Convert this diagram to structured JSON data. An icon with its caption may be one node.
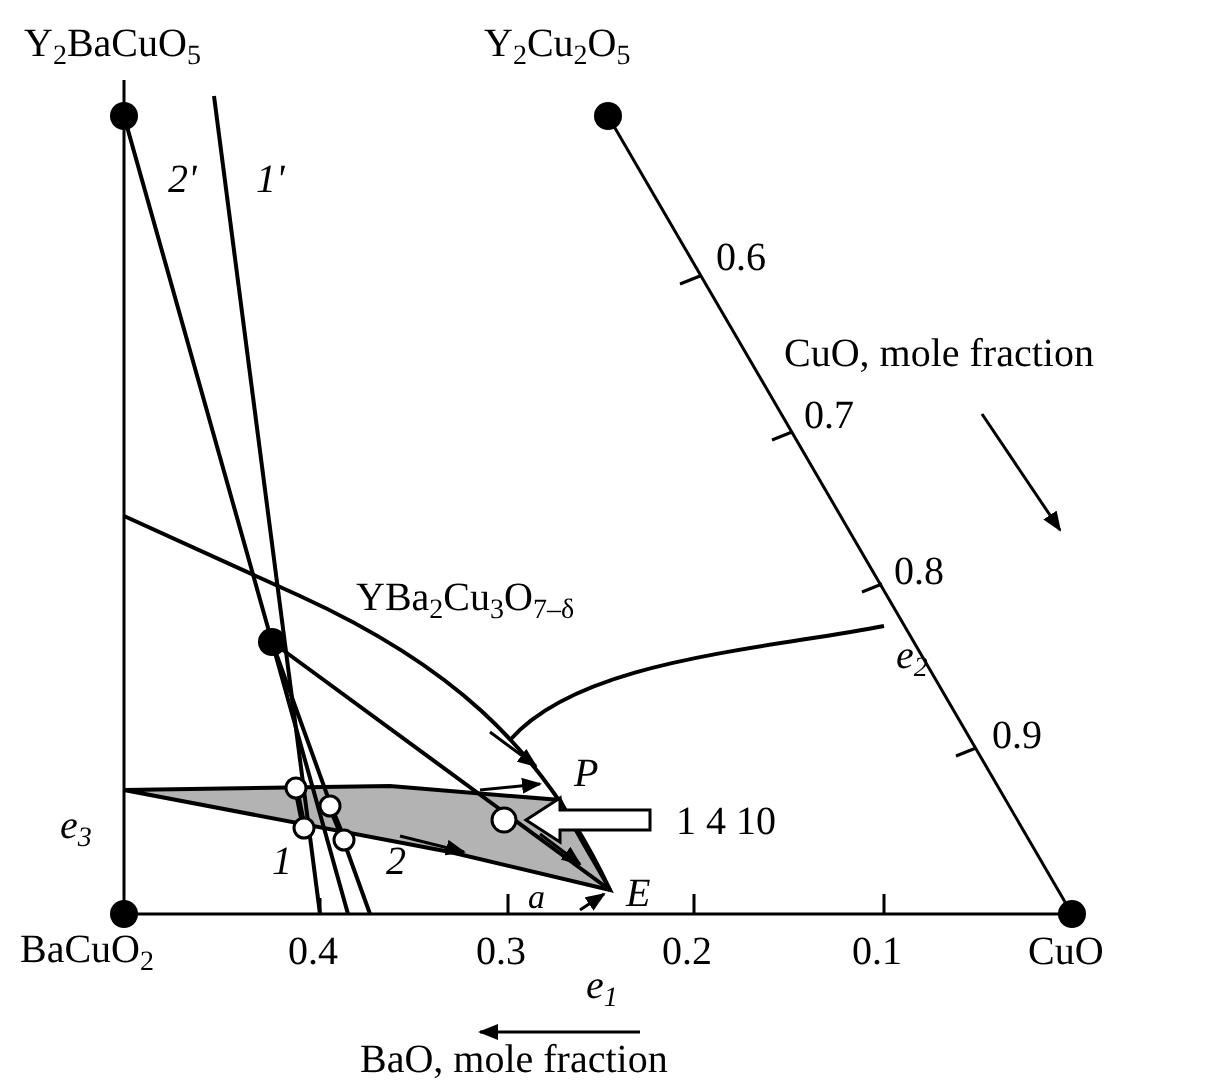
{
  "diagram": {
    "labels": [
      "Y$_{2}$BaCuO$_{5}$",
      "Y$_{2}$Cu$_{2}$O$_{5}$",
      "2'",
      "1'",
      "0.6",
      "CuO, mole fraction",
      "0.7",
      "0.8",
      "YBa$_{2}$Cu$_{3}$O$_{7–δ}$",
      "e$_{2}$",
      "0.9",
      "P",
      "1 4 10",
      "e$_{3}$",
      "1",
      "2",
      "a",
      "E",
      "BaCuO$_{2}$",
      "0.4",
      "0.3",
      "0.2",
      "0.1",
      "CuO",
      "e$_{1}$",
      "BaO, mole fraction"
    ]
  }
}
